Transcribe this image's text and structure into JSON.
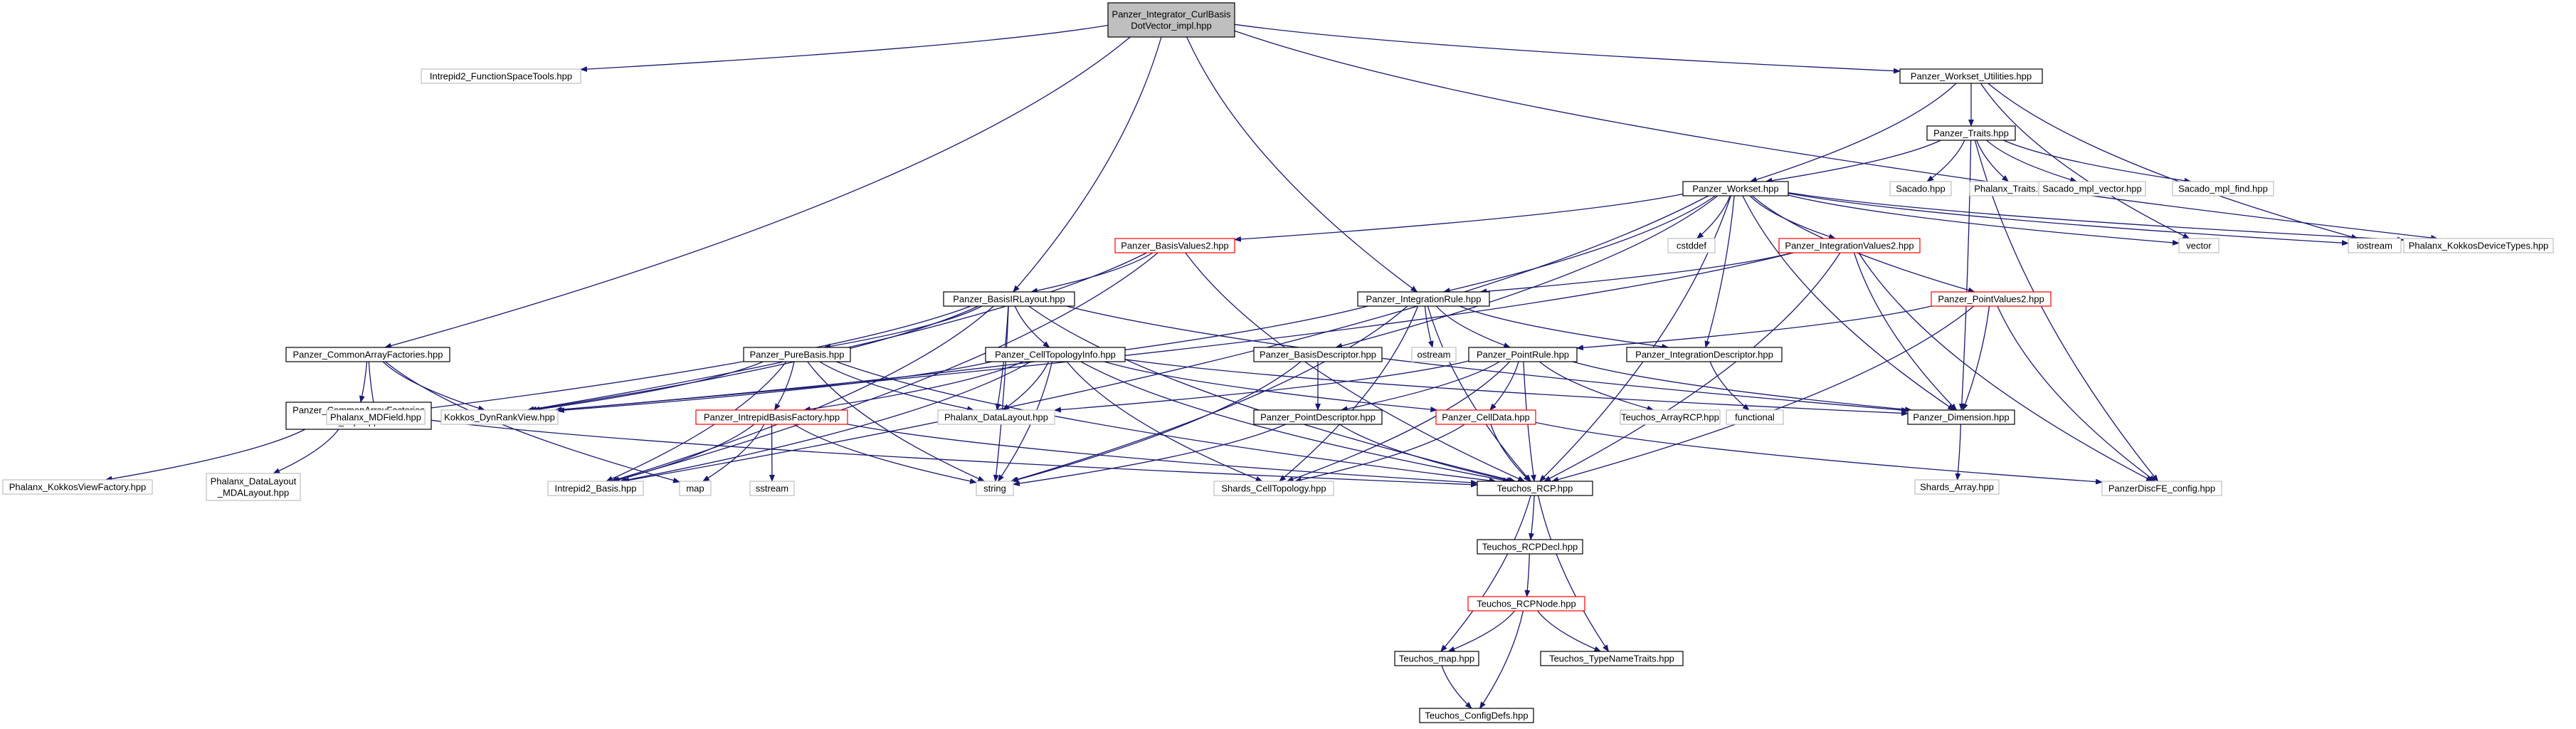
{
  "diagram": {
    "colors": {
      "edge": "#191970",
      "border_normal": "#000000",
      "border_missing": "#bfbfbf",
      "border_truncated": "#ff0000",
      "root_fill": "#bfbfbf",
      "fill": "#ffffff"
    },
    "nodes": [
      {
        "id": "root",
        "lines": [
          "Panzer_Integrator_CurlBasis",
          "DotVector_impl.hpp"
        ],
        "kind": "root"
      },
      {
        "id": "fst",
        "lines": [
          "Intrepid2_FunctionSpaceTools.hpp"
        ],
        "kind": "missing"
      },
      {
        "id": "wsu",
        "lines": [
          "Panzer_Workset_Utilities.hpp"
        ],
        "kind": "normal"
      },
      {
        "id": "traits",
        "lines": [
          "Panzer_Traits.hpp"
        ],
        "kind": "normal"
      },
      {
        "id": "sacado",
        "lines": [
          "Sacado.hpp"
        ],
        "kind": "missing"
      },
      {
        "id": "phtraits",
        "lines": [
          "Phalanx_Traits.hpp"
        ],
        "kind": "missing"
      },
      {
        "id": "smplv",
        "lines": [
          "Sacado_mpl_vector.hpp"
        ],
        "kind": "missing"
      },
      {
        "id": "smplf",
        "lines": [
          "Sacado_mpl_find.hpp"
        ],
        "kind": "missing"
      },
      {
        "id": "workset",
        "lines": [
          "Panzer_Workset.hpp"
        ],
        "kind": "normal"
      },
      {
        "id": "cstddef",
        "lines": [
          "cstddef"
        ],
        "kind": "missing"
      },
      {
        "id": "vector",
        "lines": [
          "vector"
        ],
        "kind": "missing"
      },
      {
        "id": "iostream",
        "lines": [
          "iostream"
        ],
        "kind": "missing"
      },
      {
        "id": "pkdt",
        "lines": [
          "Phalanx_KokkosDeviceTypes.hpp"
        ],
        "kind": "missing"
      },
      {
        "id": "bv2",
        "lines": [
          "Panzer_BasisValues2.hpp"
        ],
        "kind": "truncated"
      },
      {
        "id": "iv2",
        "lines": [
          "Panzer_IntegrationValues2.hpp"
        ],
        "kind": "truncated"
      },
      {
        "id": "birl",
        "lines": [
          "Panzer_BasisIRLayout.hpp"
        ],
        "kind": "normal"
      },
      {
        "id": "ir",
        "lines": [
          "Panzer_IntegrationRule.hpp"
        ],
        "kind": "normal"
      },
      {
        "id": "pv2",
        "lines": [
          "Panzer_PointValues2.hpp"
        ],
        "kind": "truncated"
      },
      {
        "id": "caf",
        "lines": [
          "Panzer_CommonArrayFactories.hpp"
        ],
        "kind": "normal"
      },
      {
        "id": "pb",
        "lines": [
          "Panzer_PureBasis.hpp"
        ],
        "kind": "normal"
      },
      {
        "id": "cti",
        "lines": [
          "Panzer_CellTopologyInfo.hpp"
        ],
        "kind": "normal"
      },
      {
        "id": "bd",
        "lines": [
          "Panzer_BasisDescriptor.hpp"
        ],
        "kind": "normal"
      },
      {
        "id": "ostream",
        "lines": [
          "ostream"
        ],
        "kind": "missing"
      },
      {
        "id": "pr",
        "lines": [
          "Panzer_PointRule.hpp"
        ],
        "kind": "normal"
      },
      {
        "id": "id",
        "lines": [
          "Panzer_IntegrationDescriptor.hpp"
        ],
        "kind": "normal"
      },
      {
        "id": "cafi",
        "lines": [
          "Panzer_CommonArrayFactories",
          "_impl.hpp"
        ],
        "kind": "normal"
      },
      {
        "id": "mdf",
        "lines": [
          "Phalanx_MDField.hpp"
        ],
        "kind": "missing"
      },
      {
        "id": "kdrv",
        "lines": [
          "Kokkos_DynRankView.hpp"
        ],
        "kind": "missing"
      },
      {
        "id": "ibf",
        "lines": [
          "Panzer_IntrepidBasisFactory.hpp"
        ],
        "kind": "truncated"
      },
      {
        "id": "pdl",
        "lines": [
          "Phalanx_DataLayout.hpp"
        ],
        "kind": "missing"
      },
      {
        "id": "pd",
        "lines": [
          "Panzer_PointDescriptor.hpp"
        ],
        "kind": "normal"
      },
      {
        "id": "celldata",
        "lines": [
          "Panzer_CellData.hpp"
        ],
        "kind": "truncated"
      },
      {
        "id": "tarcp",
        "lines": [
          "Teuchos_ArrayRCP.hpp"
        ],
        "kind": "missing"
      },
      {
        "id": "functional",
        "lines": [
          "functional"
        ],
        "kind": "missing"
      },
      {
        "id": "dim",
        "lines": [
          "Panzer_Dimension.hpp"
        ],
        "kind": "normal"
      },
      {
        "id": "pkvf",
        "lines": [
          "Phalanx_KokkosViewFactory.hpp"
        ],
        "kind": "missing"
      },
      {
        "id": "pdlmda",
        "lines": [
          "Phalanx_DataLayout",
          "_MDALayout.hpp"
        ],
        "kind": "missing"
      },
      {
        "id": "i2b",
        "lines": [
          "Intrepid2_Basis.hpp"
        ],
        "kind": "missing"
      },
      {
        "id": "map",
        "lines": [
          "map"
        ],
        "kind": "missing"
      },
      {
        "id": "sstream",
        "lines": [
          "sstream"
        ],
        "kind": "missing"
      },
      {
        "id": "string",
        "lines": [
          "string"
        ],
        "kind": "missing"
      },
      {
        "id": "sct",
        "lines": [
          "Shards_CellTopology.hpp"
        ],
        "kind": "missing"
      },
      {
        "id": "rcp",
        "lines": [
          "Teuchos_RCP.hpp"
        ],
        "kind": "normal"
      },
      {
        "id": "sarr",
        "lines": [
          "Shards_Array.hpp"
        ],
        "kind": "missing"
      },
      {
        "id": "pdfe",
        "lines": [
          "PanzerDiscFE_config.hpp"
        ],
        "kind": "missing"
      },
      {
        "id": "rcpdecl",
        "lines": [
          "Teuchos_RCPDecl.hpp"
        ],
        "kind": "normal"
      },
      {
        "id": "rcpnode",
        "lines": [
          "Teuchos_RCPNode.hpp"
        ],
        "kind": "truncated"
      },
      {
        "id": "tmap",
        "lines": [
          "Teuchos_map.hpp"
        ],
        "kind": "normal"
      },
      {
        "id": "ttnt",
        "lines": [
          "Teuchos_TypeNameTraits.hpp"
        ],
        "kind": "normal"
      },
      {
        "id": "tcd",
        "lines": [
          "Teuchos_ConfigDefs.hpp"
        ],
        "kind": "normal"
      }
    ],
    "edges": [
      [
        "root",
        "fst"
      ],
      [
        "root",
        "wsu"
      ],
      [
        "root",
        "caf"
      ],
      [
        "root",
        "birl"
      ],
      [
        "root",
        "ir"
      ],
      [
        "root",
        "pkdt"
      ],
      [
        "wsu",
        "traits"
      ],
      [
        "wsu",
        "workset"
      ],
      [
        "wsu",
        "vector"
      ],
      [
        "wsu",
        "iostream"
      ],
      [
        "traits",
        "sacado"
      ],
      [
        "traits",
        "phtraits"
      ],
      [
        "traits",
        "smplv"
      ],
      [
        "traits",
        "smplf"
      ],
      [
        "traits",
        "workset"
      ],
      [
        "traits",
        "pdfe"
      ],
      [
        "traits",
        "dim"
      ],
      [
        "workset",
        "cstddef"
      ],
      [
        "workset",
        "vector"
      ],
      [
        "workset",
        "iostream"
      ],
      [
        "workset",
        "pkdt"
      ],
      [
        "workset",
        "bv2"
      ],
      [
        "workset",
        "iv2"
      ],
      [
        "workset",
        "ir"
      ],
      [
        "workset",
        "pv2"
      ],
      [
        "workset",
        "bd"
      ],
      [
        "workset",
        "id"
      ],
      [
        "workset",
        "dim"
      ],
      [
        "workset",
        "rcp"
      ],
      [
        "workset",
        "i2b"
      ],
      [
        "bv2",
        "birl"
      ],
      [
        "bv2",
        "kdrv"
      ],
      [
        "bv2",
        "rcp"
      ],
      [
        "bv2",
        "i2b"
      ],
      [
        "iv2",
        "ir"
      ],
      [
        "iv2",
        "kdrv"
      ],
      [
        "iv2",
        "dim"
      ],
      [
        "iv2",
        "rcp"
      ],
      [
        "iv2",
        "pdfe"
      ],
      [
        "birl",
        "pb"
      ],
      [
        "birl",
        "cti"
      ],
      [
        "birl",
        "mdf"
      ],
      [
        "birl",
        "kdrv"
      ],
      [
        "birl",
        "pdl"
      ],
      [
        "birl",
        "string"
      ],
      [
        "birl",
        "rcp"
      ],
      [
        "birl",
        "dim"
      ],
      [
        "birl",
        "i2b"
      ],
      [
        "ir",
        "pr"
      ],
      [
        "ir",
        "ostream"
      ],
      [
        "ir",
        "id"
      ],
      [
        "ir",
        "string"
      ],
      [
        "ir",
        "rcp"
      ],
      [
        "ir",
        "sct"
      ],
      [
        "ir",
        "kdrv"
      ],
      [
        "pv2",
        "pr"
      ],
      [
        "pv2",
        "dim"
      ],
      [
        "pv2",
        "rcp"
      ],
      [
        "pv2",
        "pdfe"
      ],
      [
        "caf",
        "cafi"
      ],
      [
        "caf",
        "mdf"
      ],
      [
        "caf",
        "kdrv"
      ],
      [
        "caf",
        "map"
      ],
      [
        "pb",
        "ibf"
      ],
      [
        "pb",
        "pdl"
      ],
      [
        "pb",
        "kdrv"
      ],
      [
        "pb",
        "rcp"
      ],
      [
        "pb",
        "string"
      ],
      [
        "pb",
        "i2b"
      ],
      [
        "cti",
        "ibf"
      ],
      [
        "cti",
        "celldata"
      ],
      [
        "cti",
        "pdl"
      ],
      [
        "cti",
        "kdrv"
      ],
      [
        "cti",
        "sct"
      ],
      [
        "cti",
        "string"
      ],
      [
        "cti",
        "rcp"
      ],
      [
        "cti",
        "dim"
      ],
      [
        "cti",
        "i2b"
      ],
      [
        "bd",
        "pd"
      ],
      [
        "bd",
        "string"
      ],
      [
        "pr",
        "pd"
      ],
      [
        "pr",
        "celldata"
      ],
      [
        "pr",
        "tarcp"
      ],
      [
        "pr",
        "sct"
      ],
      [
        "pr",
        "pdl"
      ],
      [
        "pr",
        "dim"
      ],
      [
        "pr",
        "rcp"
      ],
      [
        "id",
        "functional"
      ],
      [
        "pd",
        "string"
      ],
      [
        "pd",
        "rcp"
      ],
      [
        "celldata",
        "sct"
      ],
      [
        "celldata",
        "rcp"
      ],
      [
        "celldata",
        "pdfe"
      ],
      [
        "ibf",
        "i2b"
      ],
      [
        "ibf",
        "map"
      ],
      [
        "ibf",
        "sstream"
      ],
      [
        "ibf",
        "string"
      ],
      [
        "ibf",
        "rcp"
      ],
      [
        "cafi",
        "pkvf"
      ],
      [
        "cafi",
        "pdlmda"
      ],
      [
        "cafi",
        "rcp"
      ],
      [
        "dim",
        "sarr"
      ],
      [
        "rcp",
        "rcpdecl"
      ],
      [
        "rcp",
        "tmap"
      ],
      [
        "rcp",
        "ttnt"
      ],
      [
        "rcpdecl",
        "rcpnode"
      ],
      [
        "rcpnode",
        "tmap"
      ],
      [
        "rcpnode",
        "ttnt"
      ],
      [
        "rcpnode",
        "tcd"
      ],
      [
        "tmap",
        "tcd"
      ]
    ]
  }
}
